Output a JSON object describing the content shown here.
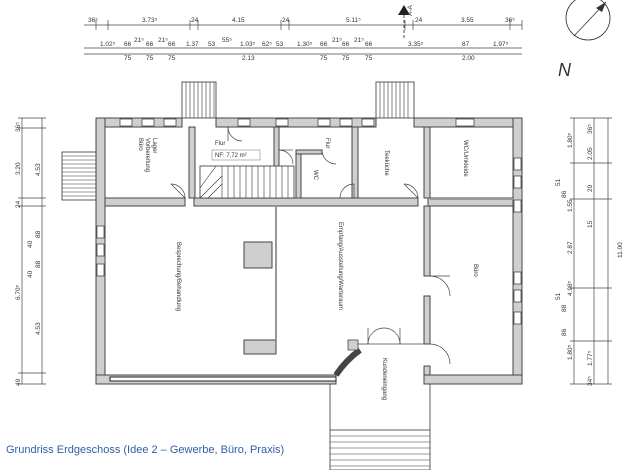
{
  "caption": "Grundriss Erdgeschoss (Idee 2 – Gewerbe, Büro, Praxis)",
  "section_mark": "A-A",
  "north_label": "N",
  "dims_top_row1": [
    "36⁵",
    "3.73⁵",
    "24",
    "4.15",
    "24",
    "5.11⁵",
    "24",
    "3.55",
    "36⁵"
  ],
  "dims_top_row2": [
    "1.02⁵",
    "66",
    "21⁵",
    "66",
    "21⁵",
    "66",
    "1.37",
    "53",
    "55⁵",
    "1.03⁵",
    "62⁵",
    "53",
    "1.30⁵",
    "66",
    "21⁵",
    "66",
    "21⁵",
    "66",
    "3.35⁵",
    "87",
    "1.97⁵"
  ],
  "dims_top_row3": [
    "75",
    "75",
    "75",
    "2.13",
    "75",
    "75",
    "75",
    "2.00"
  ],
  "dims_left_outer": [
    "36⁵",
    "3.20",
    "24",
    "6.70⁵",
    "49"
  ],
  "dims_left_inner": [
    "4.53",
    "4.53"
  ],
  "dims_left_small": [
    "88",
    "40",
    "88",
    "40"
  ],
  "dims_right_outer": [
    "11.00"
  ],
  "dims_right_mid": [
    "1.80⁵",
    "1.55",
    "2.87",
    "4.98⁵",
    "1.80⁵"
  ],
  "dims_right_inner": [
    "36⁵",
    "2.05",
    "20",
    "15",
    "1.77⁵",
    "34⁵"
  ],
  "dims_right_small": [
    "86",
    "51",
    "88",
    "51",
    "86"
  ],
  "rooms": {
    "buero_vorbereitung": "Büro\nVorbereitung\nLager",
    "flur_small": "Flur",
    "flur_area": "NF: 7,72 m²",
    "flur": "Flur",
    "wc": "WC",
    "teekueche": "Teeküche",
    "wc_umkleide": "WC/Umkleide",
    "besprechung": "Besprechung/Behandlung",
    "empfang": "Empfang/Ausstellung/Warteraum",
    "buero": "Büro",
    "kundeneingang": "Kundeneingang"
  }
}
